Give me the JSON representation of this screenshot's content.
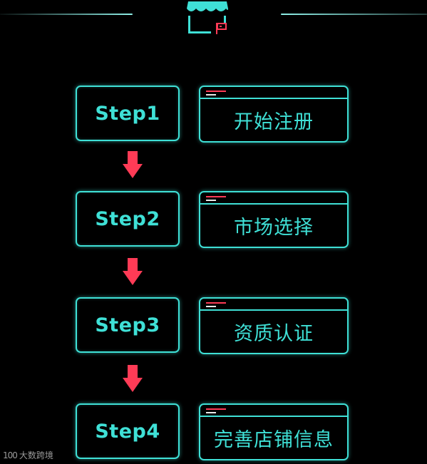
{
  "colors": {
    "background": "#000000",
    "accent": "#3fe0d6",
    "arrow": "#ff3b56",
    "window_bar_red": "#ff3b56",
    "window_bar_white": "#e9e9e9"
  },
  "header": {
    "icon": "shop-icon"
  },
  "steps": [
    {
      "label": "Step1",
      "title": "开始注册"
    },
    {
      "label": "Step2",
      "title": "市场选择"
    },
    {
      "label": "Step3",
      "title": "资质认证"
    },
    {
      "label": "Step4",
      "title": "完善店铺信息"
    }
  ],
  "watermark": {
    "logo": "100",
    "text": "大数跨境"
  }
}
